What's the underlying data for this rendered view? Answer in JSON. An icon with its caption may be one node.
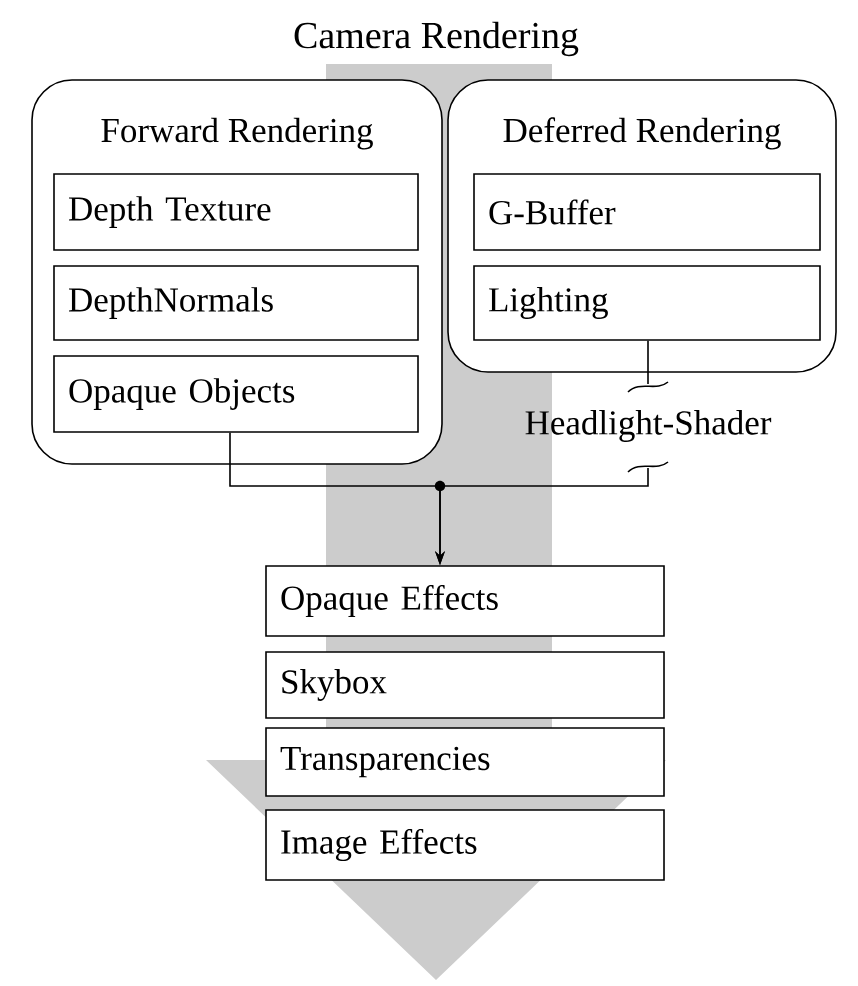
{
  "diagram": {
    "title": "Camera Rendering",
    "nodes": [
      {
        "text": [
          "Forward Rendering"
        ]
      },
      {
        "text": [
          "Depth Texture"
        ],
        "in": 0
      },
      {
        "text": [
          "DepthNormals"
        ],
        "in": 0
      },
      {
        "text": [
          "Opaque Objects"
        ],
        "in": 0
      },
      {
        "text": [
          "Deferred Rendering"
        ]
      },
      {
        "text": [
          "G-Buffer"
        ],
        "in": 4
      },
      {
        "text": [
          "Lighting"
        ],
        "in": 4
      },
      {
        "text": [
          "Opaque Effects"
        ]
      },
      {
        "text": [
          "Skybox"
        ]
      },
      {
        "text": [
          "Transparencies"
        ]
      },
      {
        "text": [
          "Image Effects"
        ]
      }
    ],
    "edges": [
      {
        "from": 3,
        "to": 7,
        "arrow": "to"
      },
      {
        "from": 6,
        "to": 7,
        "arrow": "to",
        "label": "Headlight-Shader"
      }
    ]
  }
}
